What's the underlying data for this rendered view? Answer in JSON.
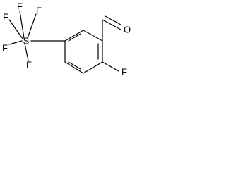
{
  "molecule": {
    "atoms": {
      "sulfur": "S",
      "fluorine_sf5_1": "F",
      "fluorine_sf5_2": "F",
      "fluorine_sf5_3": "F",
      "fluorine_sf5_4": "F",
      "fluorine_sf5_5": "F",
      "oxygen_aldehyde": "O",
      "fluorine_ring": "F"
    }
  }
}
